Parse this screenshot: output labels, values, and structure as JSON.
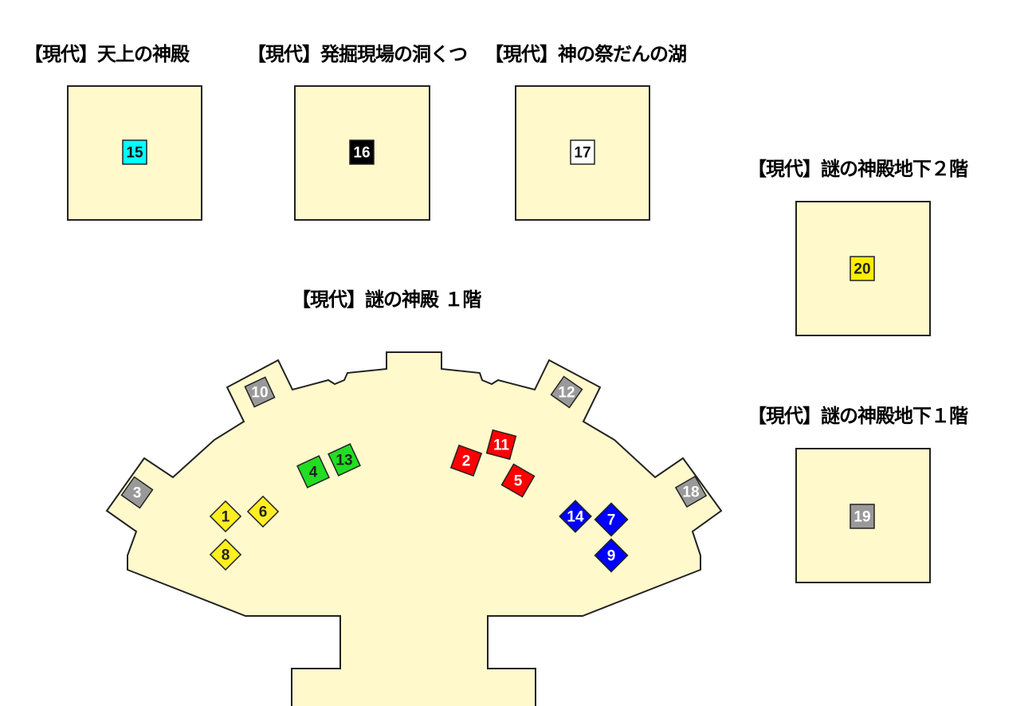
{
  "colors": {
    "floor": "#fff9cc",
    "outline": "#222222"
  },
  "rooms": [
    {
      "title": "【現代】天上の神殿",
      "markers": [
        {
          "label": "15",
          "fill": "#00ffff",
          "text": "#111111"
        }
      ]
    },
    {
      "title": "【現代】発掘現場の洞くつ",
      "markers": [
        {
          "label": "16",
          "fill": "#000000",
          "text": "#ffffff"
        }
      ]
    },
    {
      "title": "【現代】神の祭だんの湖",
      "markers": [
        {
          "label": "17",
          "fill": "#ffffff",
          "text": "#111111"
        }
      ]
    },
    {
      "title": "【現代】謎の神殿地下２階",
      "markers": [
        {
          "label": "20",
          "fill": "#ffee00",
          "text": "#222222"
        }
      ]
    },
    {
      "title": "【現代】謎の神殿地下１階",
      "markers": [
        {
          "label": "19",
          "fill": "#999999",
          "text": "#ffffff"
        }
      ]
    },
    {
      "title": "【現代】謎の神殿 １階",
      "markers": [
        {
          "label": "1",
          "fill": "#ffee22",
          "text": "#222222"
        },
        {
          "label": "2",
          "fill": "#ff0000",
          "text": "#ffffff"
        },
        {
          "label": "3",
          "fill": "#999999",
          "text": "#ffffff"
        },
        {
          "label": "4",
          "fill": "#22dd22",
          "text": "#222222"
        },
        {
          "label": "5",
          "fill": "#ff0000",
          "text": "#ffffff"
        },
        {
          "label": "6",
          "fill": "#ffee22",
          "text": "#222222"
        },
        {
          "label": "7",
          "fill": "#0000ff",
          "text": "#ffffff"
        },
        {
          "label": "8",
          "fill": "#ffee22",
          "text": "#222222"
        },
        {
          "label": "9",
          "fill": "#0000ff",
          "text": "#ffffff"
        },
        {
          "label": "10",
          "fill": "#999999",
          "text": "#ffffff"
        },
        {
          "label": "11",
          "fill": "#ff0000",
          "text": "#ffffff"
        },
        {
          "label": "12",
          "fill": "#999999",
          "text": "#ffffff"
        },
        {
          "label": "13",
          "fill": "#22dd22",
          "text": "#222222"
        },
        {
          "label": "14",
          "fill": "#0000ff",
          "text": "#ffffff"
        },
        {
          "label": "18",
          "fill": "#999999",
          "text": "#ffffff"
        }
      ]
    }
  ]
}
